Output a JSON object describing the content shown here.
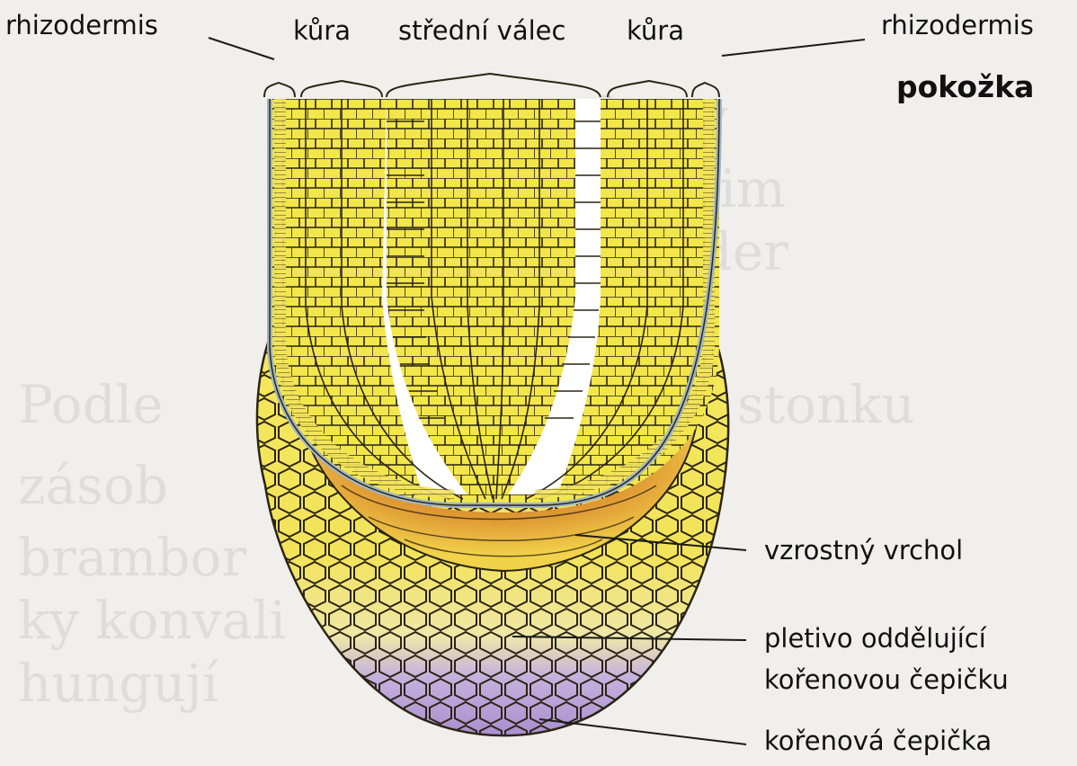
{
  "labels": {
    "rhizodermis_left": "rhizodermis",
    "kura_left": "kůra",
    "stredni_valec": "střední válec",
    "kura_right": "kůra",
    "rhizodermis_right": "rhizodermis",
    "pokozka": "pokožka",
    "vzrostny_vrchol": "vzrostný vrchol",
    "pletivo_line1": "pletivo oddělující",
    "pletivo_line2": "kořenovou čepičku",
    "korenova_cepicka": "kořenová čepička"
  },
  "colors": {
    "background": "#f1efec",
    "cortex_yellow": "#f2e64a",
    "cell_outline": "#2b2415",
    "cap_yellow": "#f5ea6a",
    "meristem_orange": "#d98a2a",
    "cap_purple": "#b9a3d6",
    "rhizodermis_blue": "#9fb6c4"
  }
}
